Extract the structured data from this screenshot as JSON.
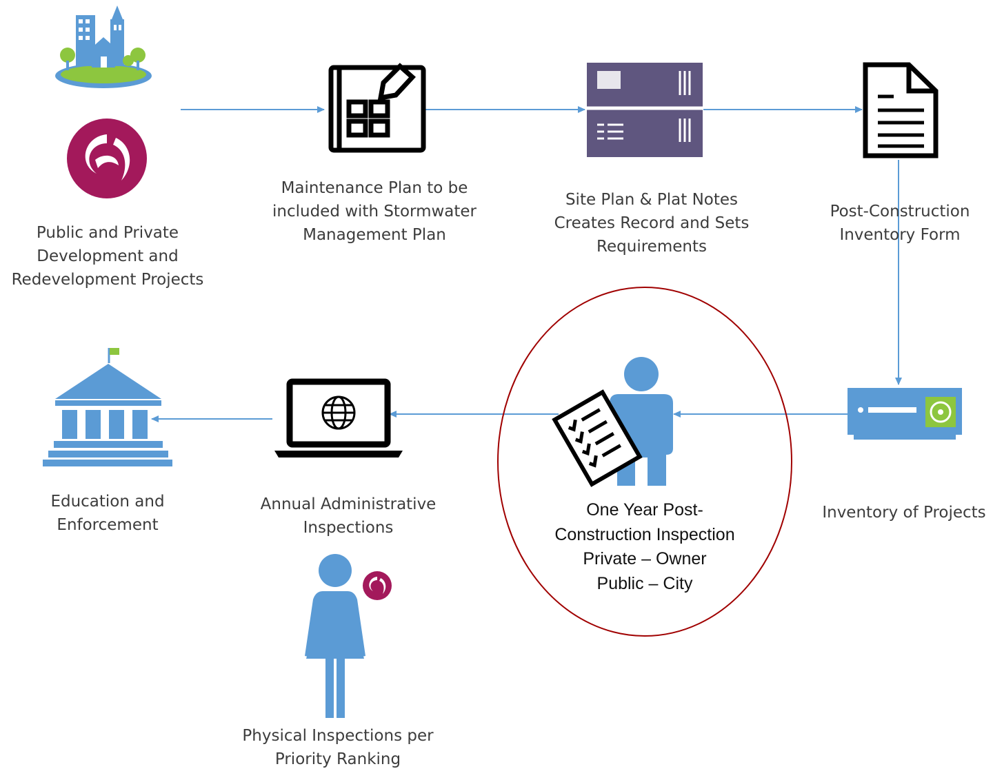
{
  "nodes": {
    "development": {
      "lines": [
        "Public and Private",
        "Development and",
        "Redevelopment Projects"
      ]
    },
    "maintenance_plan": {
      "lines": [
        "Maintenance Plan to be",
        "included with Stormwater",
        "Management Plan"
      ]
    },
    "site_plan": {
      "lines": [
        "Site Plan & Plat Notes",
        "Creates Record and Sets",
        "Requirements"
      ]
    },
    "inventory_form": {
      "lines": [
        "Post-Construction",
        "Inventory Form"
      ]
    },
    "inventory_projects": {
      "lines": [
        "Inventory of Projects"
      ]
    },
    "one_year_inspection": {
      "lines": [
        "One Year Post-",
        "Construction Inspection",
        "Private – Owner",
        "Public – City"
      ]
    },
    "annual_inspections": {
      "lines": [
        "Annual Administrative",
        "Inspections"
      ]
    },
    "education": {
      "lines": [
        "Education and",
        "Enforcement"
      ]
    },
    "physical_inspections": {
      "lines": [
        "Physical Inspections per",
        "Priority Ranking"
      ]
    }
  },
  "colors": {
    "arrow": "#5b9bd5",
    "person": "#5b9bd5",
    "highlight_circle": "#a00000",
    "logo": "#a3195b",
    "device": "#5f567f",
    "building": "#5b9bd5"
  },
  "icons": {
    "development": [
      "city-buildings-icon",
      "phoenix-logo-icon"
    ],
    "maintenance_plan": "blueprint-pencil-icon",
    "site_plan": "file-cabinet-icon",
    "inventory_form": "document-icon",
    "inventory_projects": "server-drive-icon",
    "one_year_inspection": "person-checklist-icon",
    "annual_inspections": "laptop-globe-icon",
    "education": "courthouse-icon",
    "physical_inspections": [
      "woman-icon",
      "phoenix-logo-icon"
    ]
  }
}
